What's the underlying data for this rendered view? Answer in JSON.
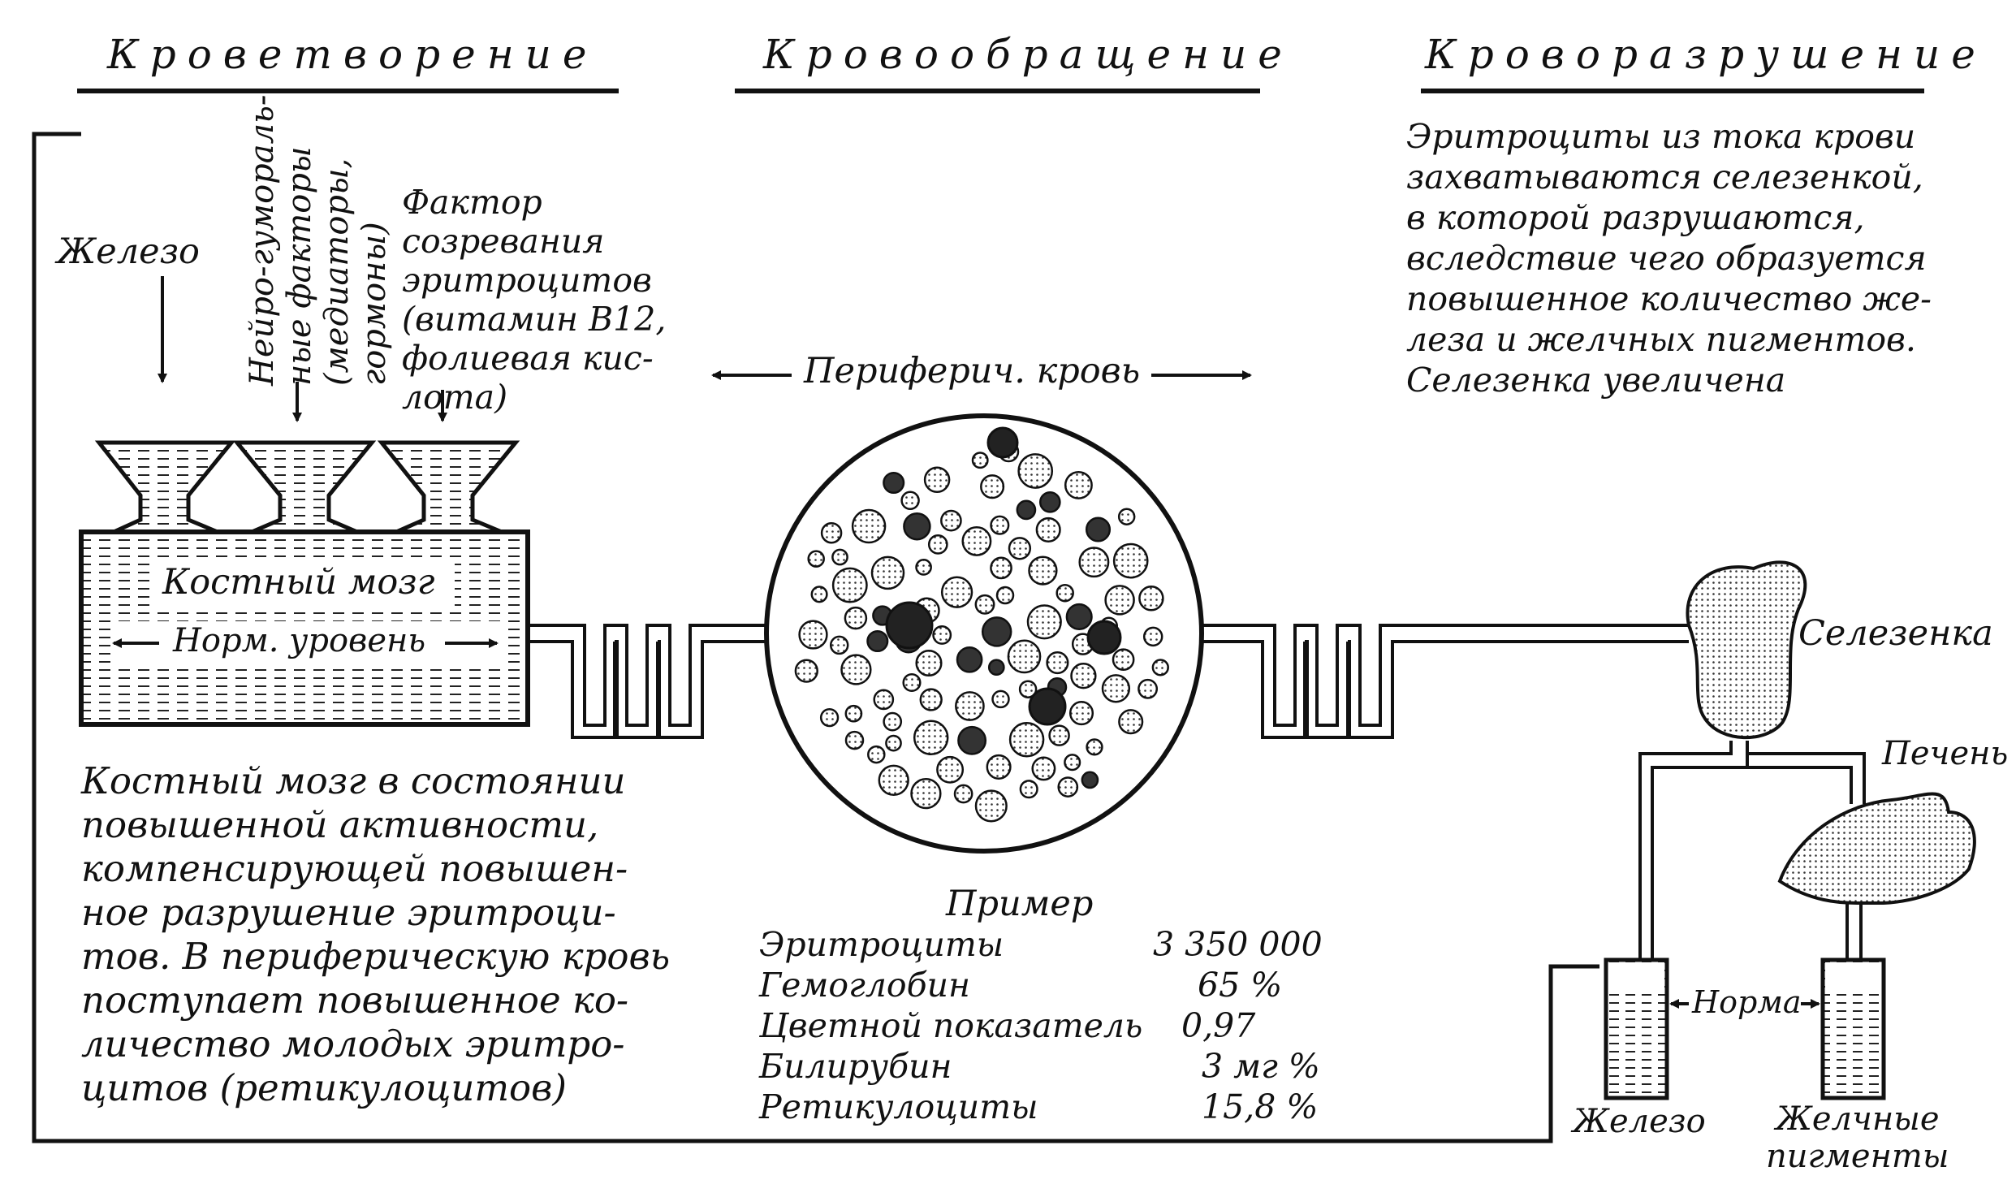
{
  "headers": {
    "hematopoiesis": "Кроветворение",
    "circulation": "Кровообращение",
    "destruction": "Кроворазрушение"
  },
  "inputs": {
    "iron": "Железо",
    "neurohumoral": "Нейро-гумораль-\nные факторы\n(медиаторы,\nгормоны)",
    "maturation_factor": "Фактор\nсозревания\nэритроцитов\n(витамин B12,\nфолиевая кис-\nлота)"
  },
  "marrow": {
    "label": "Костный мозг",
    "level": "Норм. уровень"
  },
  "peripheral_blood": "Периферич. кровь",
  "destruction_note": "Эритроциты из тока крови\nзахватываются селезенкой,\nв которой разрушаются,\nвследствие чего образуется\nповышенное количество же-\nлеза и желчных пигментов.\nСелезенка увеличена",
  "marrow_note": "Костный мозг в состоянии\nповышенной активности,\nкомпенсирующей повышен-\nное разрушение эритроци-\nтов. В периферическую кровь\nпоступает повышенное ко-\nличество молодых эритро-\nцитов (ретикулоцитов)",
  "organs": {
    "spleen": "Селезенка",
    "liver": "Печень"
  },
  "tubes": {
    "norm": "Норма",
    "iron": "Железо",
    "bile": "Желчные\nпигменты"
  },
  "example": {
    "title": "Пример",
    "rows": [
      {
        "name": "Эритроциты",
        "value": "3 350 000"
      },
      {
        "name": "Гемоглобин",
        "value": "65 %"
      },
      {
        "name": "Цветной показатель",
        "value": "0,97"
      },
      {
        "name": "Билирубин",
        "value": "3 мг %"
      },
      {
        "name": "Ретикулоциты",
        "value": "15,8 %"
      }
    ]
  }
}
